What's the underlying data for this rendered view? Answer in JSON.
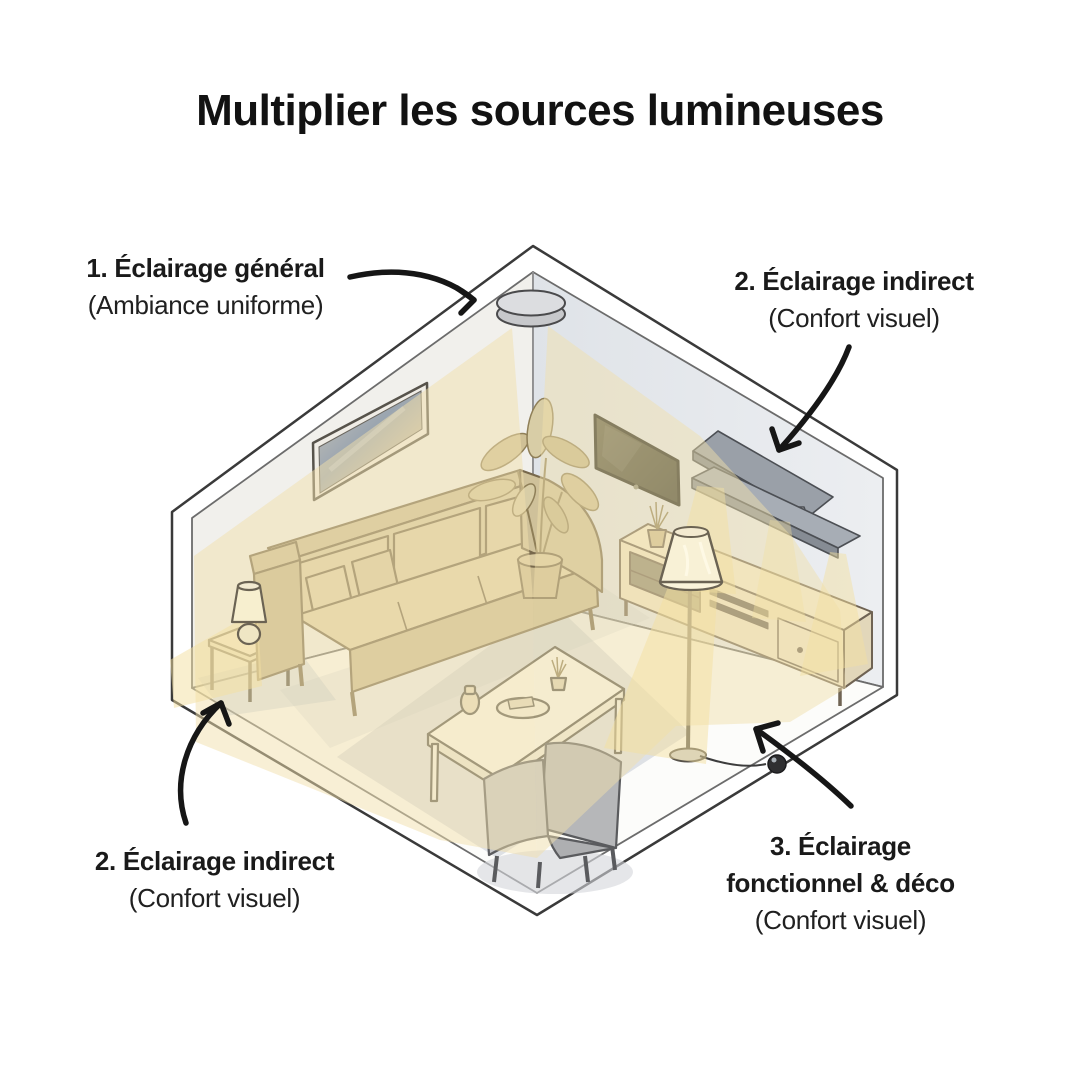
{
  "title": "Multiplier les sources lumineuses",
  "annotations": [
    {
      "id": "general",
      "b1": "1. Éclairage général",
      "b2": "",
      "sub": "(Ambiance uniforme)"
    },
    {
      "id": "indirect-haut",
      "b1": "2. Éclairage indirect",
      "b2": "",
      "sub": "(Confort visuel)"
    },
    {
      "id": "indirect-bas",
      "b1": "2. Éclairage indirect",
      "b2": "",
      "sub": "(Confort visuel)"
    },
    {
      "id": "fonctionnel",
      "b1": "3. Éclairage",
      "b2": "fonctionnel & déco",
      "sub": "(Confort visuel)"
    }
  ],
  "scene": {
    "type": "illustration isométrique d'un salon",
    "items": [
      "plafonnier",
      "canapé",
      "coussins",
      "cadre mural",
      "table d'appoint",
      "lampe de table",
      "plante verte",
      "téléviseur",
      "étagères murales éclairées",
      "livres",
      "meuble TV",
      "lampadaire",
      "table basse",
      "vase",
      "plateau",
      "fauteuil",
      "tapis",
      "prise au sol",
      "faisceaux lumineux"
    ],
    "colors": {
      "light_beam": "#f1e0ab",
      "bright_beam": "#f3e0a0",
      "sofa": "#d5c8a2",
      "armchair": "#b6b7b9",
      "wall_left": "#f1f0ec",
      "wall_right": "#e6e9ed",
      "floor": "#fcfcfa",
      "rug": "#c5cad3",
      "outline": "#3a3a3a",
      "text": "#1a1a1a"
    }
  }
}
